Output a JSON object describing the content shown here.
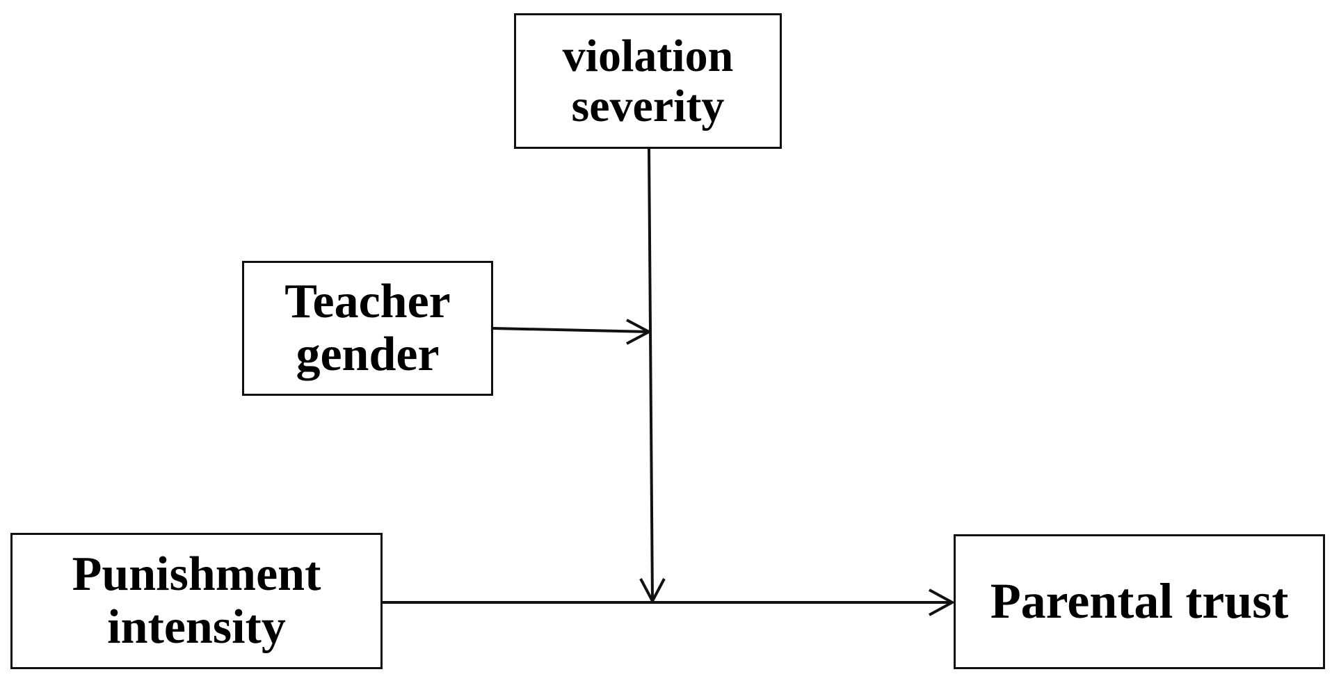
{
  "diagram": {
    "nodes": {
      "violation_severity": {
        "line1": "violation",
        "line2": "severity"
      },
      "teacher_gender": {
        "line1": "Teacher",
        "line2": "gender"
      },
      "punishment_intensity": {
        "line1": "Punishment",
        "line2": "intensity"
      },
      "parental_trust": {
        "line1": "Parental trust"
      }
    },
    "edges": [
      {
        "from": "punishment_intensity",
        "to": "parental_trust",
        "type": "direct-effect"
      },
      {
        "from": "violation_severity",
        "to": "punishment_intensity->parental_trust",
        "type": "moderation"
      },
      {
        "from": "teacher_gender",
        "to": "violation_severity-moderation-path",
        "type": "moderation"
      }
    ],
    "colors": {
      "line": "#111111",
      "box_border": "#111111",
      "text": "#000000",
      "background": "#ffffff"
    }
  }
}
